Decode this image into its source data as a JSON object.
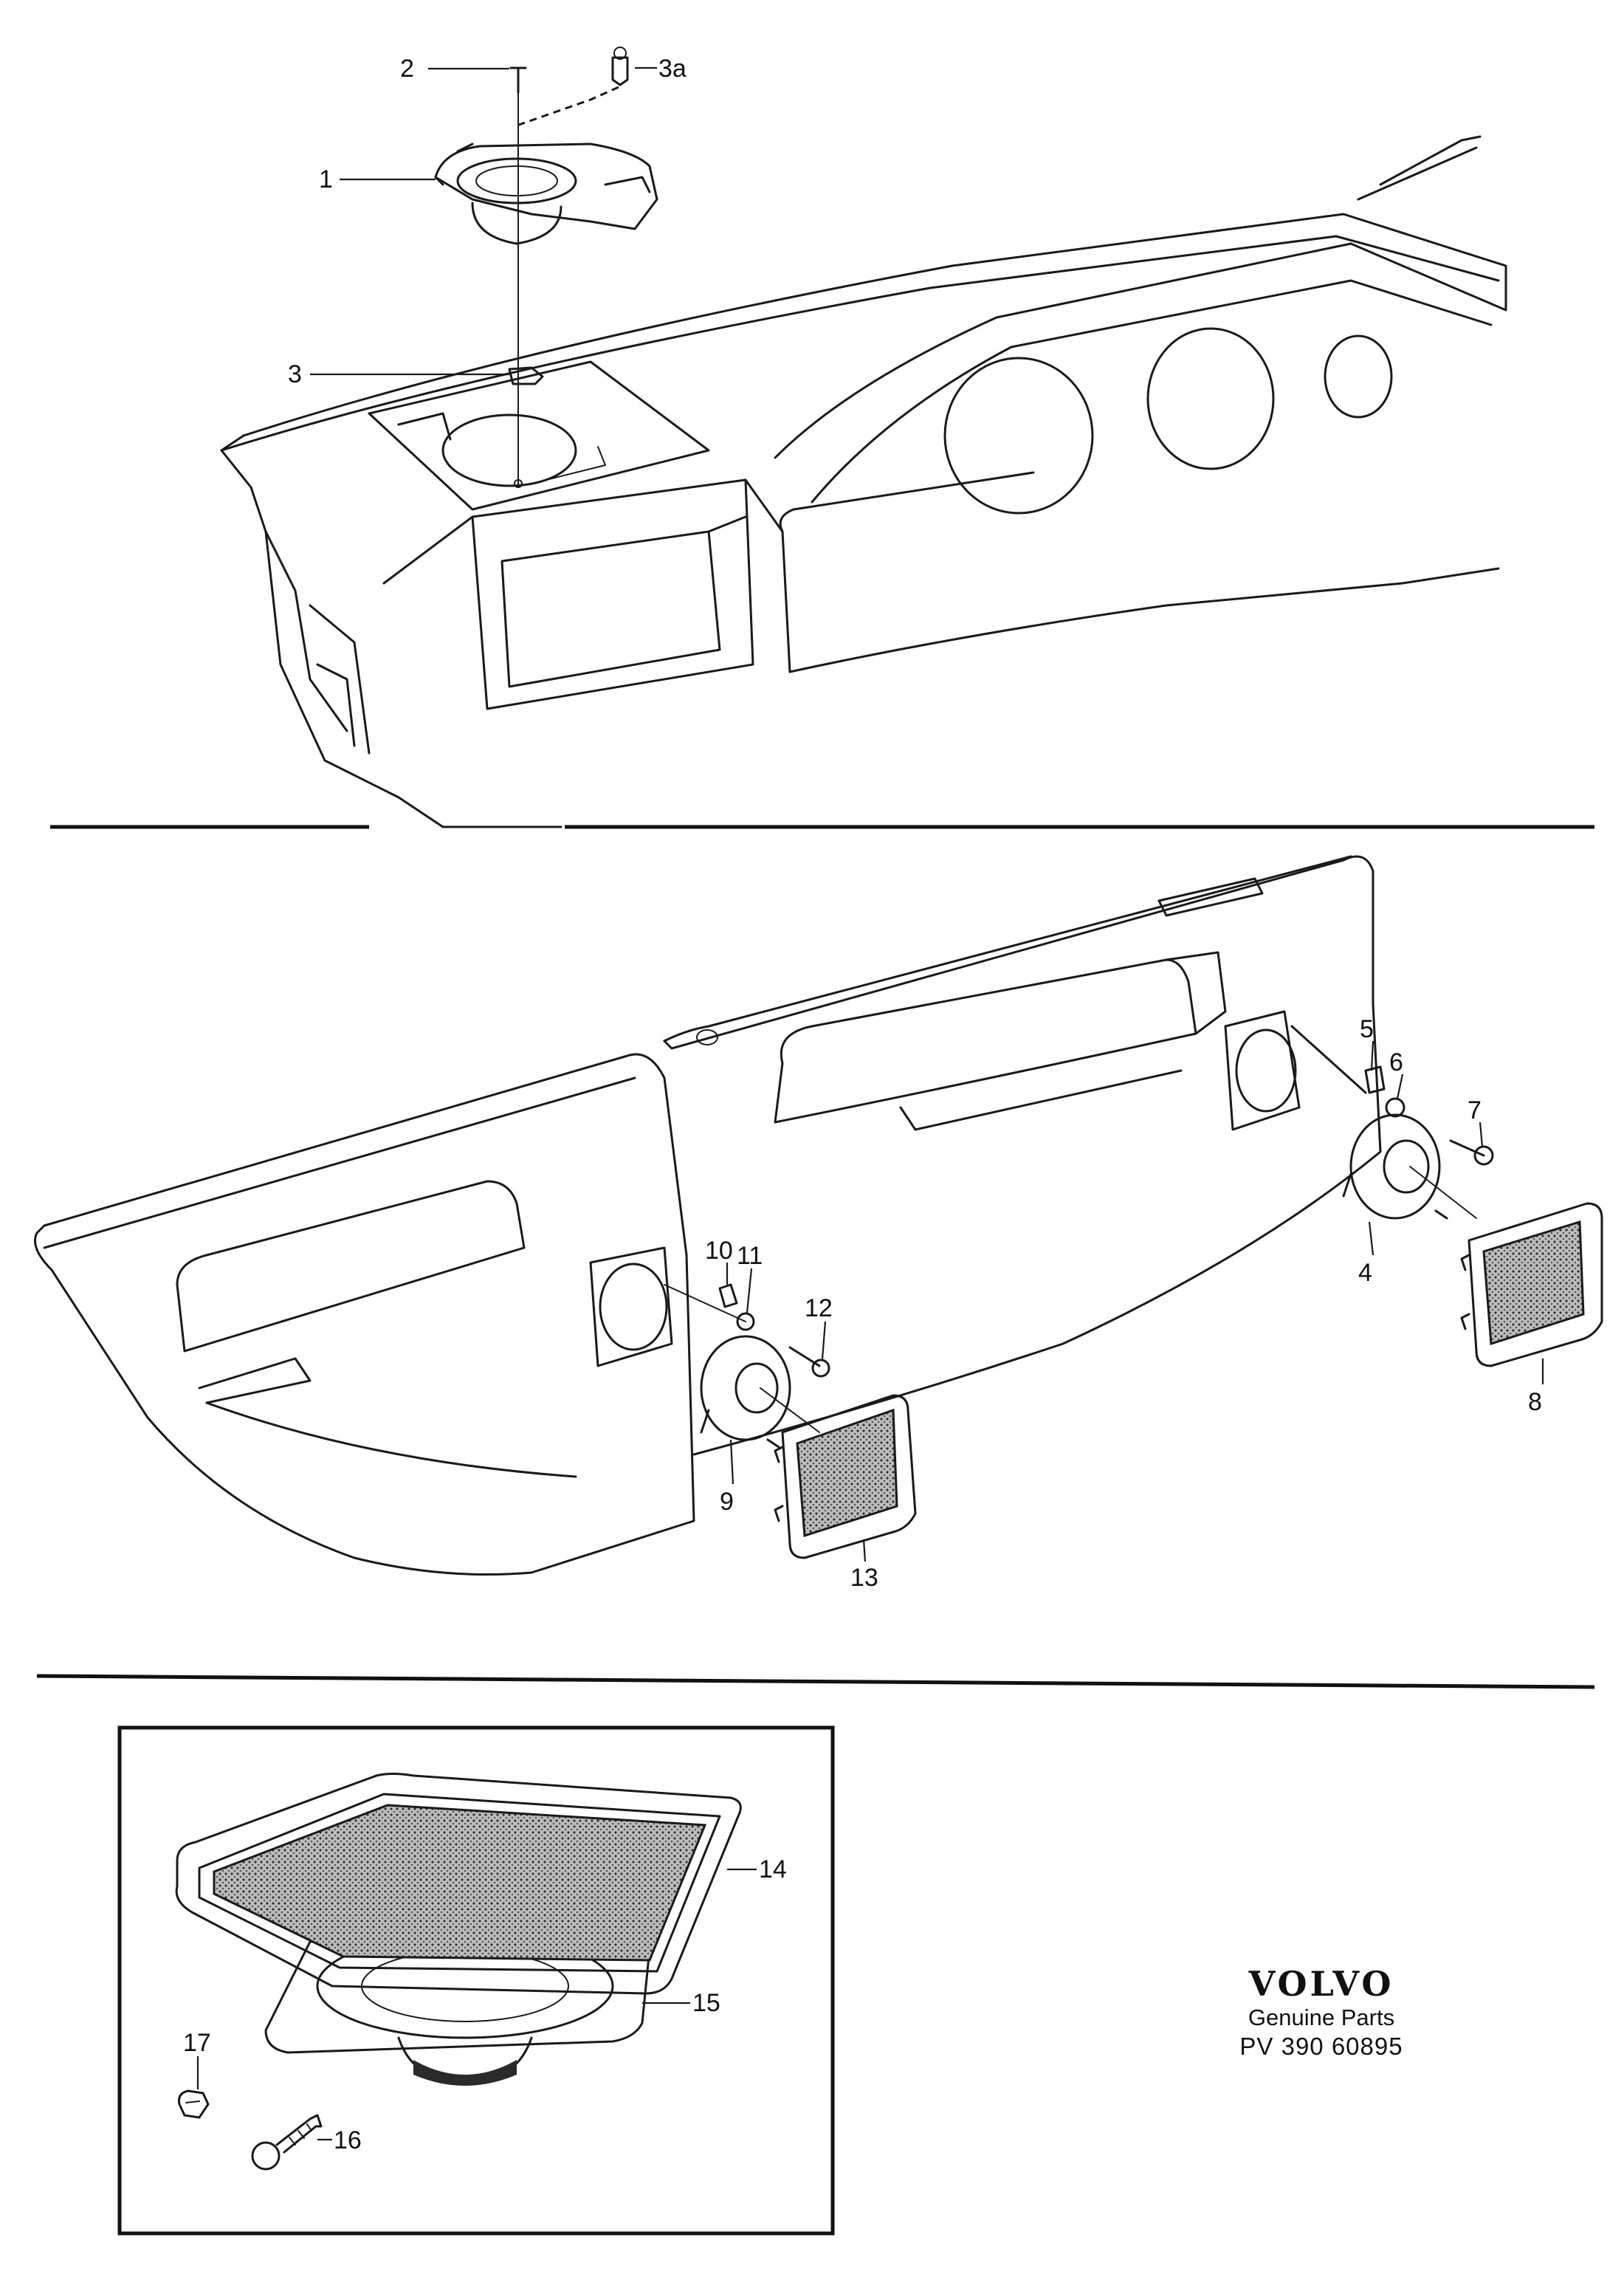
{
  "callouts": {
    "n1": "1",
    "n2": "2",
    "n3": "3",
    "n3a": "3a",
    "n4": "4",
    "n5": "5",
    "n6": "6",
    "n7": "7",
    "n8": "8",
    "n9": "9",
    "n10": "10",
    "n11": "11",
    "n12": "12",
    "n13": "13",
    "n14": "14",
    "n15": "15",
    "n16": "16",
    "n17": "17"
  },
  "brand": {
    "logo": "VOLVO",
    "subtitle": "Genuine Parts",
    "code": "PV 390  60895"
  }
}
